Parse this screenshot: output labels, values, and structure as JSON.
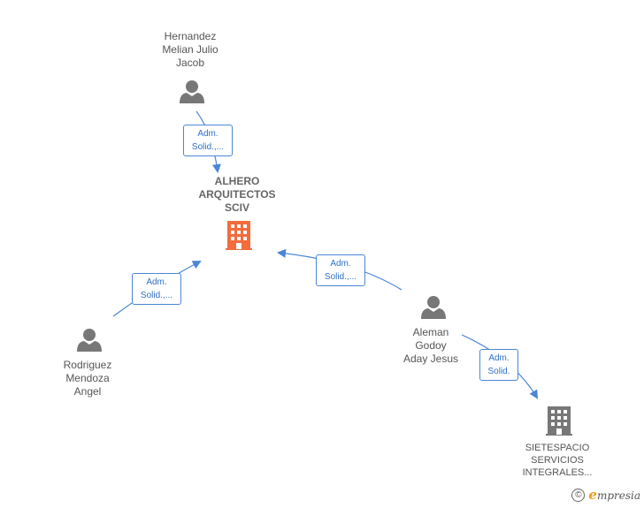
{
  "nodes": {
    "hernandez": {
      "lines": [
        "Hernandez",
        "Melian Julio",
        "Jacob"
      ],
      "icon": "person-icon"
    },
    "alhero": {
      "lines": [
        "ALHERO",
        "ARQUITECTOS",
        "SCIV"
      ],
      "icon": "building-icon"
    },
    "rodriguez": {
      "lines": [
        "Rodriguez",
        "Mendoza",
        "Angel"
      ],
      "icon": "person-icon"
    },
    "aleman": {
      "lines": [
        "Aleman",
        "Godoy",
        "Aday Jesus"
      ],
      "icon": "person-icon"
    },
    "sietespacio": {
      "lines": [
        "SIETESPACIO",
        "SERVICIOS",
        "INTEGRALES..."
      ],
      "icon": "building-icon"
    }
  },
  "edges": {
    "hernandez_alhero": [
      "Adm.",
      "Solid.,..."
    ],
    "rodriguez_alhero": [
      "Adm.",
      "Solid.,..."
    ],
    "aleman_alhero": [
      "Adm.",
      "Solid.,..."
    ],
    "aleman_sietespacio": [
      "Adm.",
      "Solid."
    ]
  },
  "colors": {
    "edge": "#4a86d4",
    "person": "#777777",
    "main_company": "#f26c3c",
    "other_company": "#777777"
  },
  "footer": {
    "copyright_symbol": "©",
    "brand_initial": "e",
    "brand_rest": "mpresia"
  }
}
